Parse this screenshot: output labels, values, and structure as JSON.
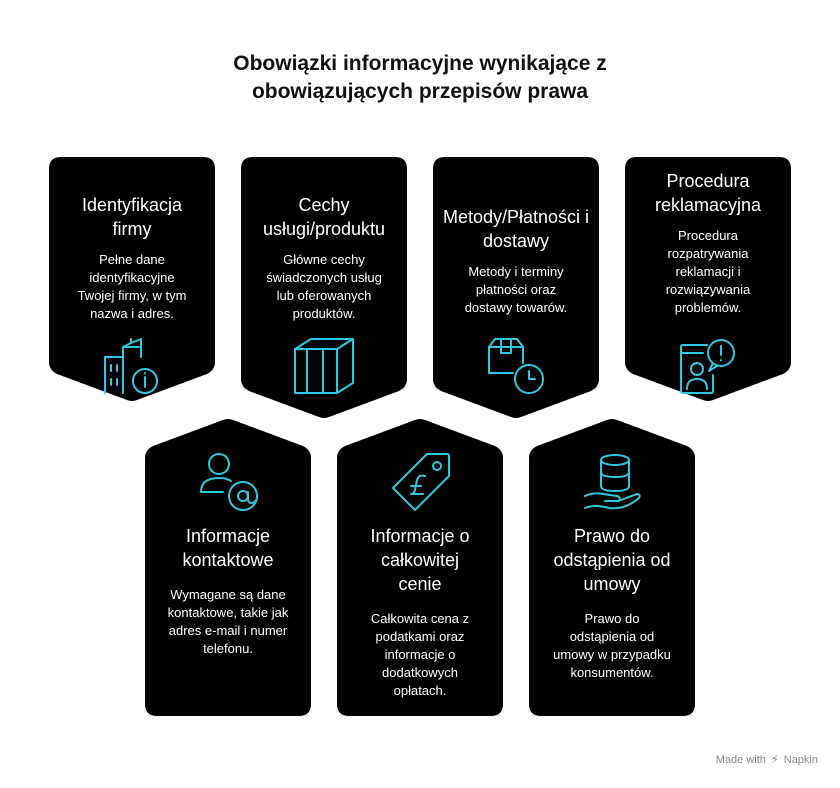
{
  "title": {
    "line1": "Obowiązki informacyjne wynikające z",
    "line2": "obowiązujących przepisów prawa"
  },
  "colors": {
    "card": "#000000",
    "text": "#ffffff",
    "icon": "#2ec9e0"
  },
  "cards": [
    {
      "heading": [
        "Identyfikacja",
        "firmy"
      ],
      "body": [
        "Pełne dane",
        "identyfikacyjne",
        "Twojej firmy, w tym",
        "nazwa i adres."
      ],
      "icon": "building-info-icon"
    },
    {
      "heading": [
        "Cechy",
        "usługi/produktu"
      ],
      "body": [
        "Główne cechy",
        "świadczonych usług",
        "lub oferowanych",
        "produktów."
      ],
      "icon": "box-icon"
    },
    {
      "heading": [
        "Metody/Płatności i",
        "dostawy"
      ],
      "body": [
        "Metody i terminy",
        "płatności oraz",
        "dostawy towarów."
      ],
      "icon": "package-clock-icon"
    },
    {
      "heading": [
        "Procedura",
        "reklamacyjna"
      ],
      "body": [
        "Procedura",
        "rozpatrywania",
        "reklamacji i",
        "rozwiązywania",
        "problemów."
      ],
      "icon": "complaint-user-icon"
    },
    {
      "heading": [
        "Informacje",
        "kontaktowe"
      ],
      "body": [
        "Wymagane są dane",
        "kontaktowe, takie jak",
        "adres e-mail i numer",
        "telefonu."
      ],
      "icon": "user-at-icon"
    },
    {
      "heading": [
        "Informacje o",
        "całkowitej",
        "cenie"
      ],
      "body": [
        "Całkowita cena z",
        "podatkami oraz",
        "informacje o",
        "dodatkowych",
        "opłatach."
      ],
      "icon": "price-tag-icon"
    },
    {
      "heading": [
        "Prawo do",
        "odstąpienia od",
        "umowy"
      ],
      "body": [
        "Prawo do",
        "odstąpienia od",
        "umowy w przypadku",
        "konsumentów."
      ],
      "icon": "hand-coins-icon"
    }
  ],
  "footer": {
    "made_with": "Made with",
    "brand": "Napkin"
  }
}
